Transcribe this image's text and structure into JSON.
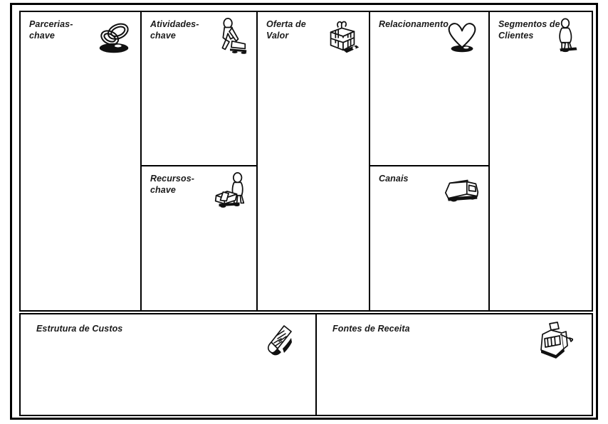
{
  "canvas": {
    "title": "Business Model Canvas",
    "language": "pt-BR",
    "colors": {
      "frame": "#000000",
      "cell_border": "#000000",
      "background": "#ffffff",
      "text": "#1a1a1a"
    },
    "blocks": [
      {
        "id": "key-partners",
        "label": "Parcerias-\nchave",
        "icon": "linked-rings-icon",
        "content": ""
      },
      {
        "id": "key-activities",
        "label": "Atividades-\nchave",
        "icon": "person-pushing-machine-icon",
        "content": ""
      },
      {
        "id": "key-resources",
        "label": "Recursos-\nchave",
        "icon": "person-with-crate-icon",
        "content": ""
      },
      {
        "id": "value-proposition",
        "label": "Oferta de\nValor",
        "icon": "gift-box-icon",
        "content": ""
      },
      {
        "id": "customer-relationships",
        "label": "Relacionamento",
        "icon": "heart-icon",
        "content": ""
      },
      {
        "id": "channels",
        "label": "Canais",
        "icon": "delivery-truck-icon",
        "content": ""
      },
      {
        "id": "customer-segments",
        "label": "Segmentos de\nClientes",
        "icon": "standing-person-icon",
        "content": ""
      },
      {
        "id": "cost-structure",
        "label": "Estrutura de Custos",
        "icon": "receipt-invoice-icon",
        "content": ""
      },
      {
        "id": "revenue-streams",
        "label": "Fontes de Receita",
        "icon": "cash-register-icon",
        "content": ""
      }
    ]
  }
}
